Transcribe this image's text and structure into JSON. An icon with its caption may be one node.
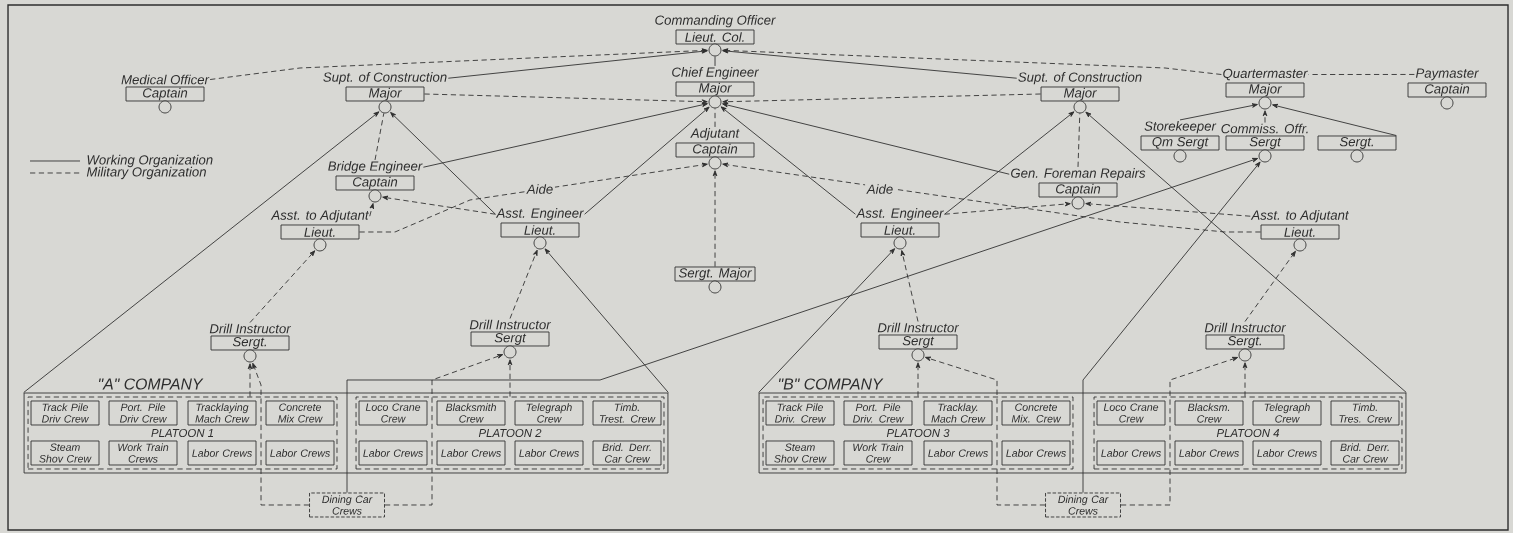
{
  "diagram": {
    "nodes": [
      {
        "text": [
          "Commanding Officer",
          "Lieut. Col."
        ]
      },
      {
        "text": [
          "Medical Officer",
          "Captain"
        ]
      },
      {
        "text": [
          "Supt. of Construction",
          "Major"
        ]
      },
      {
        "text": [
          "Chief Engineer",
          "Major"
        ]
      },
      {
        "text": [
          "Supt. of Construction",
          "Major"
        ]
      },
      {
        "text": [
          "Quartermaster",
          "Major"
        ]
      },
      {
        "text": [
          "Paymaster",
          "Captain"
        ]
      },
      {
        "text": [
          "Adjutant",
          "Captain"
        ]
      },
      {
        "text": [
          "Storekeeper",
          "Qm Sergt"
        ]
      },
      {
        "text": [
          "Commiss. Offr.",
          "Sergt"
        ]
      },
      {
        "text": [
          "Sergt."
        ]
      },
      {
        "text": [
          "Bridge Engineer",
          "Captain"
        ]
      },
      {
        "text": [
          "Gen. Foreman Repairs",
          "Captain"
        ]
      },
      {
        "text": [
          "Asst. to Adjutant",
          "Lieut."
        ]
      },
      {
        "text": [
          "Asst. Engineer",
          "Lieut."
        ]
      },
      {
        "text": [
          "Asst. Engineer",
          "Lieut."
        ]
      },
      {
        "text": [
          "Asst. to Adjutant",
          "Lieut."
        ]
      },
      {
        "text": [
          "Sergt. Major"
        ]
      },
      {
        "text": [
          "Drill Instructor",
          "Sergt."
        ]
      },
      {
        "text": [
          "Drill Instructor",
          "Sergt"
        ]
      },
      {
        "text": [
          "Drill Instructor",
          "Sergt"
        ]
      },
      {
        "text": [
          "Drill Instructor",
          "Sergt."
        ]
      },
      {
        "text": [
          "\"A\" COMPANY"
        ]
      },
      {
        "text": [
          "PLATOON 1"
        ],
        "in": 22
      },
      {
        "text": [
          "Track Pile Driv Crew"
        ],
        "in": 23
      },
      {
        "text": [
          "Port. Pile Driv Crew"
        ],
        "in": 23
      },
      {
        "text": [
          "Tracklaying Mach Crew"
        ],
        "in": 23
      },
      {
        "text": [
          "Concrete Mix Crew"
        ],
        "in": 23
      },
      {
        "text": [
          "Steam Shov Crew"
        ],
        "in": 23
      },
      {
        "text": [
          "Work Train Crews"
        ],
        "in": 23
      },
      {
        "text": [
          "Labor Crews"
        ],
        "in": 23
      },
      {
        "text": [
          "Labor Crews"
        ],
        "in": 23
      },
      {
        "text": [
          "PLATOON 2"
        ],
        "in": 22
      },
      {
        "text": [
          "Loco Crane Crew"
        ],
        "in": 32
      },
      {
        "text": [
          "Blacksmith Crew"
        ],
        "in": 32
      },
      {
        "text": [
          "Telegraph Crew"
        ],
        "in": 32
      },
      {
        "text": [
          "Timb. Trest. Crew"
        ],
        "in": 32
      },
      {
        "text": [
          "Labor Crews"
        ],
        "in": 32
      },
      {
        "text": [
          "Labor Crews"
        ],
        "in": 32
      },
      {
        "text": [
          "Labor Crews"
        ],
        "in": 32
      },
      {
        "text": [
          "Brid. Derr. Car Crew"
        ],
        "in": 32
      },
      {
        "text": [
          "\"B\" COMPANY"
        ]
      },
      {
        "text": [
          "PLATOON 3"
        ],
        "in": 41
      },
      {
        "text": [
          "Track Pile Driv. Crew"
        ],
        "in": 42
      },
      {
        "text": [
          "Port. Pile Driv. Crew"
        ],
        "in": 42
      },
      {
        "text": [
          "Tracklay. Mach Crew"
        ],
        "in": 42
      },
      {
        "text": [
          "Concrete Mix. Crew"
        ],
        "in": 42
      },
      {
        "text": [
          "Steam Shov Crew"
        ],
        "in": 42
      },
      {
        "text": [
          "Work Train Crew"
        ],
        "in": 42
      },
      {
        "text": [
          "Labor Crews"
        ],
        "in": 42
      },
      {
        "text": [
          "Labor Crews"
        ],
        "in": 42
      },
      {
        "text": [
          "PLATOON 4"
        ],
        "in": 41
      },
      {
        "text": [
          "Loco Crane Crew"
        ],
        "in": 51
      },
      {
        "text": [
          "Blacksm. Crew"
        ],
        "in": 51
      },
      {
        "text": [
          "Telegraph Crew"
        ],
        "in": 51
      },
      {
        "text": [
          "Timb. Tres. Crew"
        ],
        "in": 51
      },
      {
        "text": [
          "Labor Crews"
        ],
        "in": 51
      },
      {
        "text": [
          "Labor Crews"
        ],
        "in": 51
      },
      {
        "text": [
          "Labor Crews"
        ],
        "in": 51
      },
      {
        "text": [
          "Brid. Derr. Car Crew"
        ],
        "in": 51
      },
      {
        "text": [
          "Dining Car Crews"
        ]
      },
      {
        "text": [
          "Dining Car Crews"
        ]
      }
    ],
    "edges": [
      {
        "from": 2,
        "to": 0,
        "arrow": "to"
      },
      {
        "from": 4,
        "to": 0,
        "arrow": "to"
      },
      {
        "from": 3,
        "to": 0,
        "arrow": "none"
      },
      {
        "from": 1,
        "to": 0,
        "arrow": "to",
        "style": "dashed"
      },
      {
        "from": 5,
        "to": 0,
        "arrow": "to",
        "style": "dashed"
      },
      {
        "from": 6,
        "to": 5,
        "arrow": "none",
        "style": "dashed"
      },
      {
        "from": 2,
        "to": 3,
        "arrow": "to",
        "style": "dashed"
      },
      {
        "from": 4,
        "to": 3,
        "arrow": "to",
        "style": "dashed"
      },
      {
        "from": 11,
        "to": 3,
        "arrow": "to"
      },
      {
        "from": 14,
        "to": 3,
        "arrow": "to"
      },
      {
        "from": 15,
        "to": 3,
        "arrow": "to"
      },
      {
        "from": 12,
        "to": 3,
        "arrow": "to"
      },
      {
        "from": 7,
        "to": 3,
        "arrow": "none",
        "style": "dashed"
      },
      {
        "from": 17,
        "to": 7,
        "arrow": "to",
        "style": "dashed"
      },
      {
        "from": 13,
        "to": 7,
        "label": "Aide",
        "arrow": "to",
        "style": "dashed"
      },
      {
        "from": 16,
        "to": 7,
        "label": "Aide",
        "arrow": "to",
        "style": "dashed"
      },
      {
        "from": 14,
        "to": 2,
        "arrow": "to"
      },
      {
        "from": 22,
        "to": 2,
        "arrow": "to"
      },
      {
        "from": 22,
        "to": 14,
        "arrow": "to"
      },
      {
        "from": 15,
        "to": 4,
        "arrow": "to"
      },
      {
        "from": 41,
        "to": 15,
        "arrow": "to"
      },
      {
        "from": 41,
        "to": 4,
        "arrow": "to"
      },
      {
        "from": 11,
        "to": 2,
        "arrow": "none",
        "style": "dashed"
      },
      {
        "from": 12,
        "to": 4,
        "arrow": "none",
        "style": "dashed"
      },
      {
        "from": 13,
        "to": 11,
        "arrow": "to",
        "style": "dashed"
      },
      {
        "from": 14,
        "to": 11,
        "arrow": "to",
        "style": "dashed"
      },
      {
        "from": 15,
        "to": 12,
        "arrow": "to",
        "style": "dashed"
      },
      {
        "from": 16,
        "to": 12,
        "arrow": "to",
        "style": "dashed"
      },
      {
        "from": 18,
        "to": 13,
        "arrow": "to",
        "style": "dashed"
      },
      {
        "from": 19,
        "to": 14,
        "arrow": "to",
        "style": "dashed"
      },
      {
        "from": 20,
        "to": 15,
        "arrow": "to",
        "style": "dashed"
      },
      {
        "from": 21,
        "to": 16,
        "arrow": "to",
        "style": "dashed"
      },
      {
        "from": 23,
        "to": 18,
        "arrow": "to",
        "style": "dashed"
      },
      {
        "from": 32,
        "to": 19,
        "arrow": "to",
        "style": "dashed"
      },
      {
        "from": 42,
        "to": 20,
        "arrow": "to",
        "style": "dashed"
      },
      {
        "from": 51,
        "to": 21,
        "arrow": "to",
        "style": "dashed"
      },
      {
        "from": 60,
        "to": 18,
        "arrow": "to",
        "style": "dashed"
      },
      {
        "from": 60,
        "to": 19,
        "arrow": "to",
        "style": "dashed"
      },
      {
        "from": 61,
        "to": 20,
        "arrow": "to",
        "style": "dashed"
      },
      {
        "from": 61,
        "to": 21,
        "arrow": "to",
        "style": "dashed"
      },
      {
        "from": 60,
        "to": 9,
        "arrow": "to"
      },
      {
        "from": 61,
        "to": 9,
        "arrow": "to"
      },
      {
        "from": 8,
        "to": 5,
        "arrow": "to"
      },
      {
        "from": 10,
        "to": 5,
        "arrow": "to"
      },
      {
        "from": 9,
        "to": 5,
        "arrow": "to",
        "style": "dashed"
      }
    ],
    "legend": [
      {
        "text": "Working Organization"
      },
      {
        "text": "Military Organization"
      }
    ]
  }
}
